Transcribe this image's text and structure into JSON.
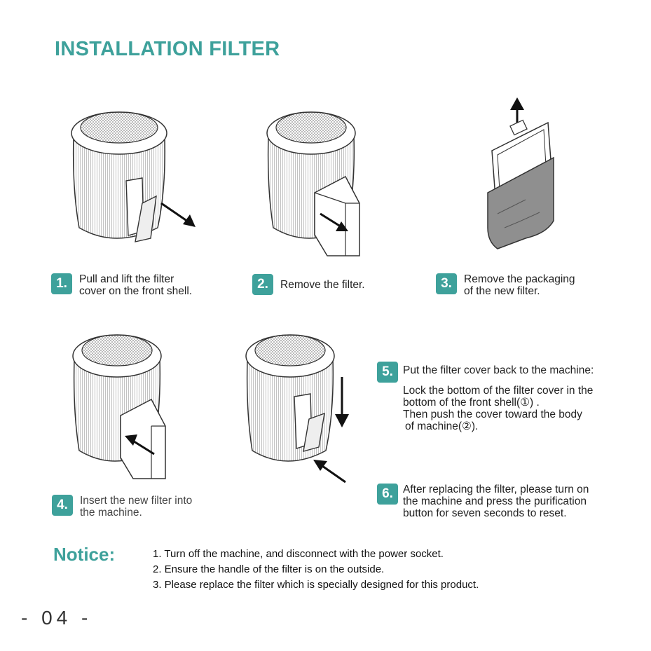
{
  "title": "INSTALLATION FILTER",
  "colors": {
    "accent": "#3ea19b",
    "drawing": "#333333",
    "bag": "#8f8f8f"
  },
  "steps": [
    {
      "number": "1.",
      "lines": [
        "Pull  and  lift  the  filter",
        "cover  on the front shell."
      ]
    },
    {
      "number": "2.",
      "lines": [
        "Remove the filter."
      ]
    },
    {
      "number": "3.",
      "lines": [
        "Remove the packaging",
        "of the new filter."
      ]
    },
    {
      "number": "4.",
      "lines": [
        "Insert the new filter into",
        "the machine."
      ]
    },
    {
      "number": "5.",
      "lines": [
        "Put the filter cover back to the machine:",
        "Lock the bottom of the filter cover in the",
        "bottom of the front shell(①) .",
        "Then push the cover toward the body",
        "of  machine(②)."
      ]
    },
    {
      "number": "6.",
      "lines": [
        "After replacing the filter, please turn on",
        "the machine and press the purification",
        "button for  seven seconds to reset."
      ]
    }
  ],
  "notice": {
    "title": "Notice:",
    "items": [
      "1. Turn off the machine, and disconnect with the power socket.",
      "2. Ensure the handle of the filter is on the outside.",
      "3. Please replace the filter which is specially designed for this product."
    ]
  },
  "page_number": "- 04 -"
}
